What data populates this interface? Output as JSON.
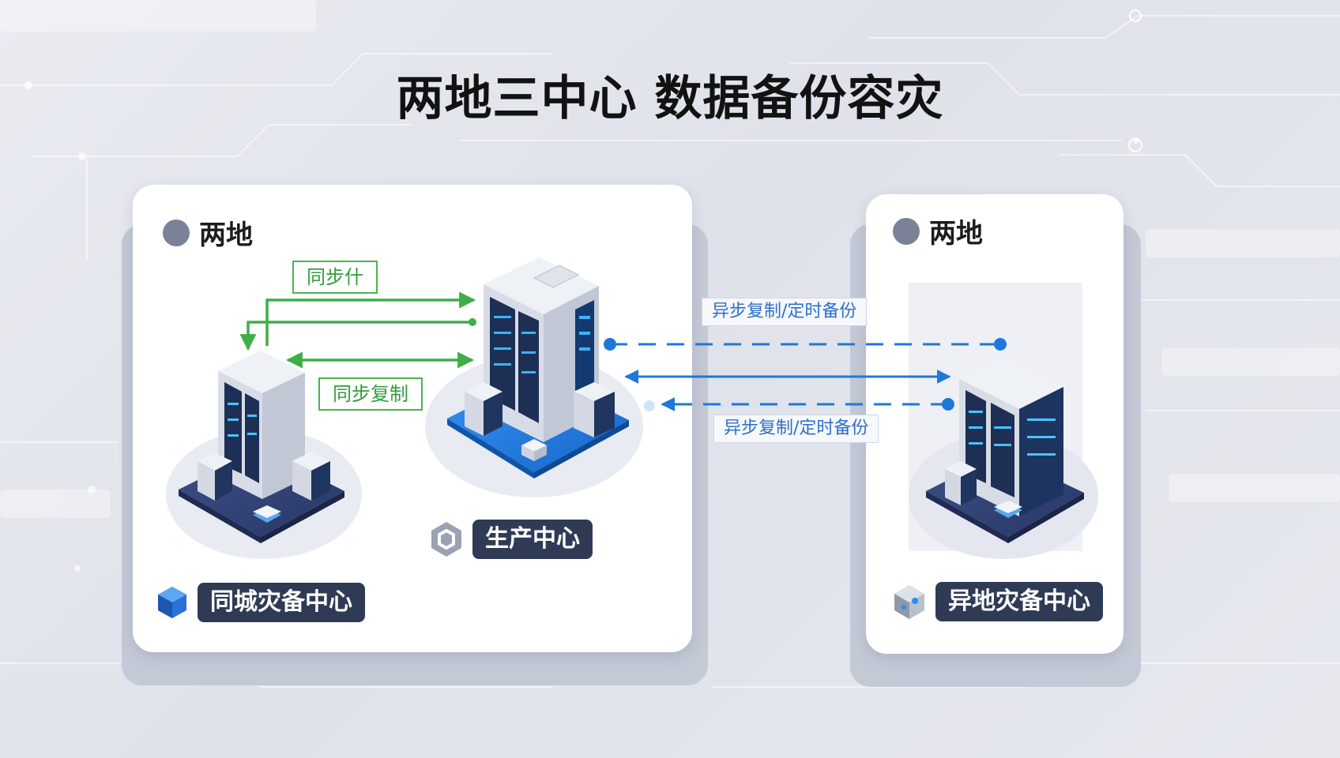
{
  "title": "两地三中心 数据备份容灾",
  "regions": {
    "left": {
      "label": "两地"
    },
    "right": {
      "label": "两地"
    }
  },
  "centers": {
    "production": {
      "label": "生产中心",
      "icon": "hexagon-icon"
    },
    "same_city": {
      "label": "同城灾备中心",
      "icon": "cube-icon"
    },
    "remote": {
      "label": "异地灾备中心",
      "icon": "cube-network-icon"
    }
  },
  "links": {
    "sync_top": "同步什",
    "sync_bottom": "同步复制",
    "async_top": "异步复制/定时备份",
    "async_bottom": "异步复制/定时备份"
  },
  "colors": {
    "sync_green": "#3fae48",
    "async_blue": "#1e78d8",
    "badge_bg": "#2f3b55",
    "server_blue": "#1f7fe0"
  }
}
